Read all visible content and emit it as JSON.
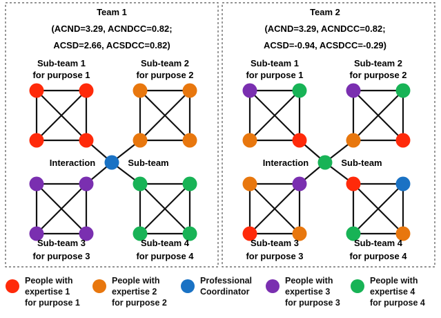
{
  "colors": {
    "expertise_1": "#ff2a0a",
    "expertise_2": "#e8770e",
    "coordinator": "#1a72c4",
    "expertise_3": "#7a2fb0",
    "expertise_4": "#18b356"
  },
  "teams": [
    {
      "title": "Team 1",
      "metrics_line1": "(ACND=3.29, ACNDCC=0.82;",
      "metrics_line2": "ACSD=2.66, ACSDCC=0.82)",
      "hub_role": "coordinator",
      "subteams": [
        {
          "line1": "Sub-team 1",
          "line2": "for purpose 1",
          "nodes": [
            "expertise_1",
            "expertise_1",
            "expertise_1",
            "expertise_1"
          ]
        },
        {
          "line1": "Sub-team 2",
          "line2": "for purpose 2",
          "nodes": [
            "expertise_2",
            "expertise_2",
            "expertise_2",
            "expertise_2"
          ]
        },
        {
          "line1": "Sub-team 3",
          "line2": "for purpose 3",
          "nodes": [
            "expertise_3",
            "expertise_3",
            "expertise_3",
            "expertise_3"
          ]
        },
        {
          "line1": "Sub-team 4",
          "line2": "for purpose 4",
          "nodes": [
            "expertise_4",
            "expertise_4",
            "expertise_4",
            "expertise_4"
          ]
        }
      ],
      "interaction_label": "Interaction",
      "subteam_label": "Sub-team"
    },
    {
      "title": "Team 2",
      "metrics_line1": "(ACND=3.29, ACNDCC=0.82;",
      "metrics_line2": "ACSD=-0.94, ACSDCC=-0.29)",
      "hub_role": "expertise_4",
      "subteams": [
        {
          "line1": "Sub-team 1",
          "line2": "for purpose 1",
          "nodes": [
            "expertise_3",
            "expertise_4",
            "expertise_2",
            "expertise_1"
          ]
        },
        {
          "line1": "Sub-team 2",
          "line2": "for purpose 2",
          "nodes": [
            "expertise_3",
            "expertise_4",
            "expertise_2",
            "expertise_1"
          ]
        },
        {
          "line1": "Sub-team 3",
          "line2": "for purpose 3",
          "nodes": [
            "expertise_2",
            "expertise_3",
            "expertise_1",
            "expertise_2"
          ]
        },
        {
          "line1": "Sub-team 4",
          "line2": "for purpose 4",
          "nodes": [
            "expertise_1",
            "expertise_coordinator",
            "expertise_4",
            "expertise_2"
          ]
        }
      ],
      "interaction_label": "Interaction",
      "subteam_label": "Sub-team"
    }
  ],
  "legend": [
    {
      "role": "expertise_1",
      "text": "People with\nexpertise 1\nfor purpose 1"
    },
    {
      "role": "expertise_2",
      "text": "People with\nexpertise 2\nfor purpose 2"
    },
    {
      "role": "coordinator",
      "text": "Professional\nCoordinator"
    },
    {
      "role": "expertise_3",
      "text": "People with\nexpertise 3\nfor purpose 3"
    },
    {
      "role": "expertise_4",
      "text": "People with\nexpertise 4\nfor purpose 4"
    }
  ]
}
